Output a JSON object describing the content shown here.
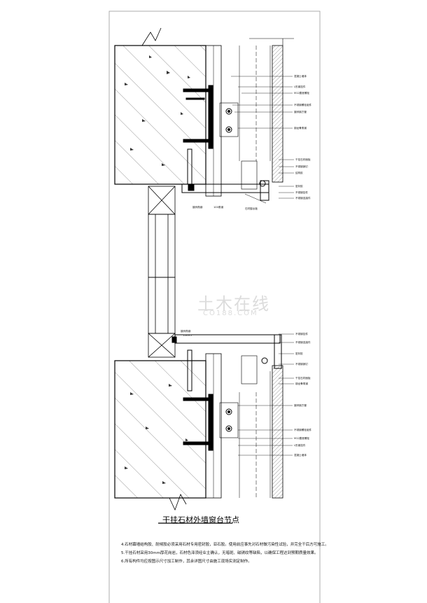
{
  "title": "干挂石材外墙窗台节点",
  "watermark": {
    "main": "土木在线",
    "sub": "CO188.COM"
  },
  "notes": [
    "4.石材幕墙结构胶、耐候胶必须采用石材专用密封胶，亚石胶。使用前应事先对石材做污染性试验，并完全干后方可施工。",
    "5.干挂石材采用30mm厚花岗岩，石材色泽须经业主确认，无暗斑、磁锈纹等缺陷，以确保工程达到预期质量效果。",
    "6.所有构件均应按图示尺寸加工制作，其余详图尺寸由施工现场实测定制作。"
  ],
  "labels": {
    "top": [
      "混凝土墙体",
      "L形钢挂件",
      "M12膨胀螺栓",
      "不锈钢螺栓组件",
      "镀锌钢方管",
      "钢龙骨角钢",
      "干挂石材面板",
      "不锈钢销钉",
      "结构胶",
      "密封胶",
      "不锈钢挂件",
      "不锈钢连接件"
    ],
    "top_bottom": [
      "镀锌角钢",
      "100角钢",
      "石材窗台板"
    ],
    "bottom_left": [
      "镀锌角钢",
      "L50×5"
    ],
    "bottom": [
      "不锈钢挂件",
      "不锈钢连接件",
      "密封胶",
      "不锈钢销钉",
      "干挂石材面板",
      "钢龙骨角钢",
      "镀锌钢方管",
      "不锈钢螺栓组件",
      "M12膨胀螺栓",
      "L形钢挂件",
      "混凝土墙体"
    ]
  }
}
